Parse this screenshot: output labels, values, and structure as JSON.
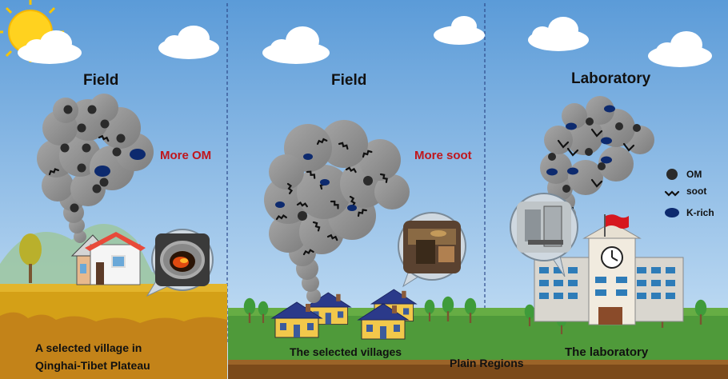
{
  "panels": [
    {
      "title": "Field",
      "note": "More OM",
      "caption_lines": [
        "A selected village in",
        "Qinghai-Tibet Plateau"
      ]
    },
    {
      "title": "Field",
      "note": "More soot",
      "caption": "The selected villages"
    },
    {
      "title": "Laboratory",
      "caption": "The laboratory"
    }
  ],
  "bottom_label": "Plain Regions",
  "legend": {
    "om": "OM",
    "soot": "soot",
    "krich": "K-rich"
  },
  "colors": {
    "sky": "#6fa8dc",
    "plateau": "#d4a017",
    "grass": "#4f9a3a",
    "smoke": "#9a9a9a",
    "om_particle": "#2b2b2b",
    "krich_particle": "#0d2a6e",
    "highlight_text": "#c0161c",
    "divider": "#2e4a8a"
  },
  "icons": [
    "sun-icon",
    "cloud-icon",
    "house-icon",
    "stove-icon",
    "factory-lab-icon",
    "clock-icon",
    "flag-icon",
    "tree-icon"
  ]
}
